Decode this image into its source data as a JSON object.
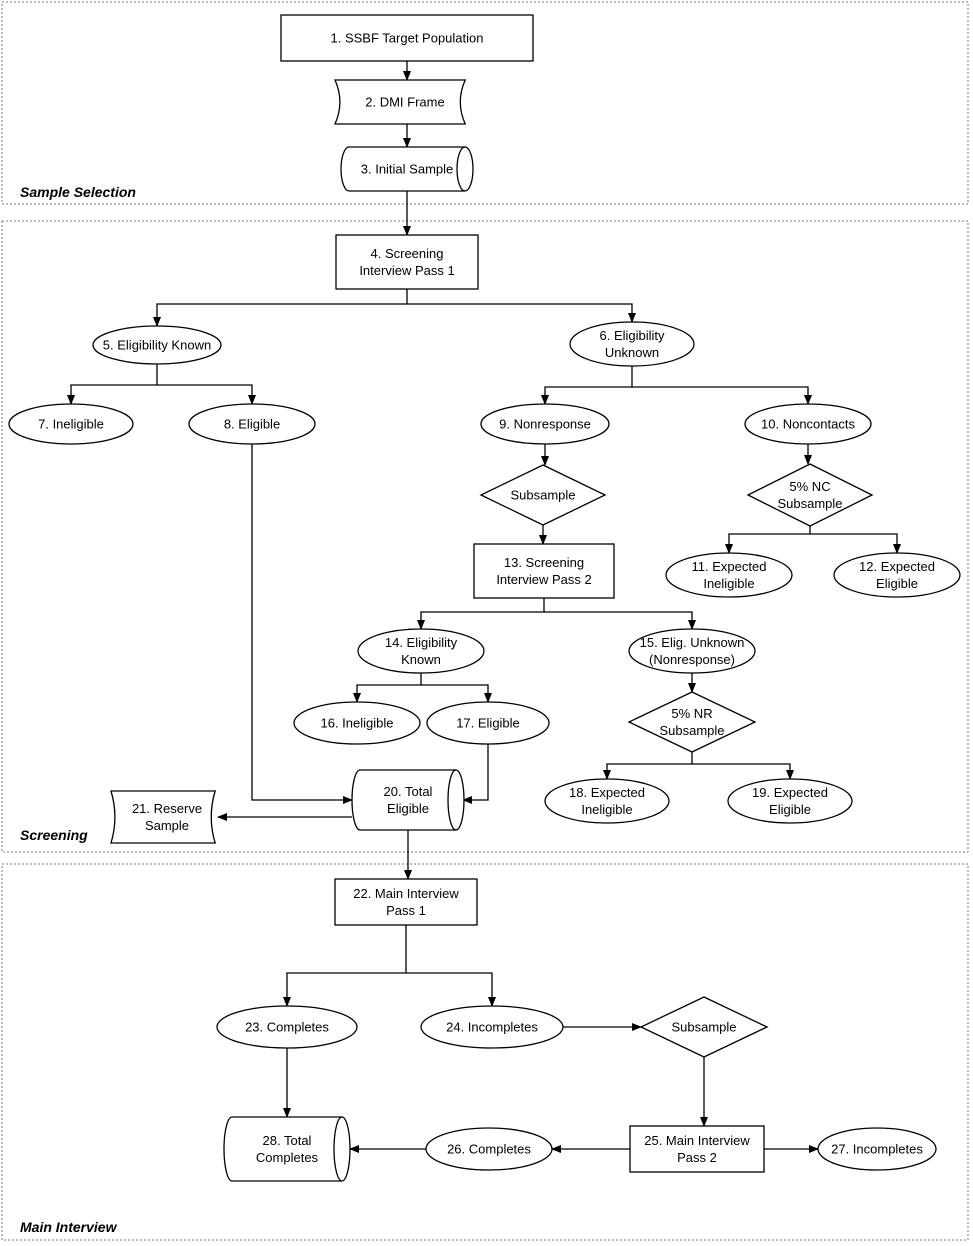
{
  "sections": [
    {
      "id": "sample-selection",
      "label": "Sample Selection"
    },
    {
      "id": "screening",
      "label": "Screening"
    },
    {
      "id": "main-interview",
      "label": "Main Interview"
    }
  ],
  "nodes": [
    {
      "id": "n1",
      "shape": "rect",
      "lines": [
        "1. SSBF Target Population"
      ]
    },
    {
      "id": "n2",
      "shape": "banner",
      "lines": [
        "2. DMI Frame"
      ]
    },
    {
      "id": "n3",
      "shape": "cylinder",
      "lines": [
        "3. Initial Sample"
      ]
    },
    {
      "id": "n4",
      "shape": "rect",
      "lines": [
        "4. Screening",
        "Interview Pass 1"
      ]
    },
    {
      "id": "n5",
      "shape": "ellipse",
      "lines": [
        "5. Eligibility Known"
      ]
    },
    {
      "id": "n6",
      "shape": "ellipse",
      "lines": [
        "6. Eligibility",
        "Unknown"
      ]
    },
    {
      "id": "n7",
      "shape": "ellipse",
      "lines": [
        "7. Ineligible"
      ]
    },
    {
      "id": "n8",
      "shape": "ellipse",
      "lines": [
        "8. Eligible"
      ]
    },
    {
      "id": "n9",
      "shape": "ellipse",
      "lines": [
        "9. Nonresponse"
      ]
    },
    {
      "id": "n10",
      "shape": "ellipse",
      "lines": [
        "10. Noncontacts"
      ]
    },
    {
      "id": "d1",
      "shape": "diamond",
      "lines": [
        "Subsample"
      ]
    },
    {
      "id": "d2",
      "shape": "diamond",
      "lines": [
        "5% NC",
        "Subsample"
      ]
    },
    {
      "id": "n11",
      "shape": "ellipse",
      "lines": [
        "11. Expected",
        "Ineligible"
      ]
    },
    {
      "id": "n12",
      "shape": "ellipse",
      "lines": [
        "12. Expected",
        "Eligible"
      ]
    },
    {
      "id": "n13",
      "shape": "rect",
      "lines": [
        "13. Screening",
        "Interview Pass 2"
      ]
    },
    {
      "id": "n14",
      "shape": "ellipse",
      "lines": [
        "14. Eligibility",
        "Known"
      ]
    },
    {
      "id": "n15",
      "shape": "ellipse",
      "lines": [
        "15. Elig. Unknown",
        "(Nonresponse)"
      ]
    },
    {
      "id": "n16",
      "shape": "ellipse",
      "lines": [
        "16. Ineligible"
      ]
    },
    {
      "id": "n17",
      "shape": "ellipse",
      "lines": [
        "17. Eligible"
      ]
    },
    {
      "id": "d3",
      "shape": "diamond",
      "lines": [
        "5% NR",
        "Subsample"
      ]
    },
    {
      "id": "n18",
      "shape": "ellipse",
      "lines": [
        "18. Expected",
        "Ineligible"
      ]
    },
    {
      "id": "n19",
      "shape": "ellipse",
      "lines": [
        "19. Expected",
        "Eligible"
      ]
    },
    {
      "id": "n20",
      "shape": "cylinder",
      "lines": [
        "20. Total",
        "Eligible"
      ]
    },
    {
      "id": "n21",
      "shape": "banner",
      "lines": [
        "21. Reserve",
        "Sample"
      ]
    },
    {
      "id": "n22",
      "shape": "rect",
      "lines": [
        "22. Main Interview",
        "Pass 1"
      ]
    },
    {
      "id": "n23",
      "shape": "ellipse",
      "lines": [
        "23. Completes"
      ]
    },
    {
      "id": "n24",
      "shape": "ellipse",
      "lines": [
        "24. Incompletes"
      ]
    },
    {
      "id": "d4",
      "shape": "diamond",
      "lines": [
        "Subsample"
      ]
    },
    {
      "id": "n25",
      "shape": "rect",
      "lines": [
        "25. Main Interview",
        "Pass 2"
      ]
    },
    {
      "id": "n26",
      "shape": "ellipse",
      "lines": [
        "26. Completes"
      ]
    },
    {
      "id": "n27",
      "shape": "ellipse",
      "lines": [
        "27. Incompletes"
      ]
    },
    {
      "id": "n28",
      "shape": "cylinder",
      "lines": [
        "28. Total",
        "Completes"
      ]
    }
  ],
  "edges": [
    {
      "from": "n1",
      "to": "n2"
    },
    {
      "from": "n2",
      "to": "n3"
    },
    {
      "from": "n3",
      "to": "n4"
    },
    {
      "from": "n4",
      "to": "n5"
    },
    {
      "from": "n4",
      "to": "n6"
    },
    {
      "from": "n5",
      "to": "n7"
    },
    {
      "from": "n5",
      "to": "n8"
    },
    {
      "from": "n6",
      "to": "n9"
    },
    {
      "from": "n6",
      "to": "n10"
    },
    {
      "from": "n9",
      "to": "d1"
    },
    {
      "from": "n10",
      "to": "d2"
    },
    {
      "from": "d2",
      "to": "n11"
    },
    {
      "from": "d2",
      "to": "n12"
    },
    {
      "from": "d1",
      "to": "n13"
    },
    {
      "from": "n13",
      "to": "n14"
    },
    {
      "from": "n13",
      "to": "n15"
    },
    {
      "from": "n14",
      "to": "n16"
    },
    {
      "from": "n14",
      "to": "n17"
    },
    {
      "from": "n15",
      "to": "d3"
    },
    {
      "from": "d3",
      "to": "n18"
    },
    {
      "from": "d3",
      "to": "n19"
    },
    {
      "from": "n8",
      "to": "n20"
    },
    {
      "from": "n17",
      "to": "n20"
    },
    {
      "from": "n20",
      "to": "n21"
    },
    {
      "from": "n20",
      "to": "n22"
    },
    {
      "from": "n22",
      "to": "n23"
    },
    {
      "from": "n22",
      "to": "n24"
    },
    {
      "from": "n24",
      "to": "d4"
    },
    {
      "from": "d4",
      "to": "n25"
    },
    {
      "from": "n23",
      "to": "n28"
    },
    {
      "from": "n25",
      "to": "n26"
    },
    {
      "from": "n25",
      "to": "n27"
    },
    {
      "from": "n26",
      "to": "n28"
    }
  ]
}
